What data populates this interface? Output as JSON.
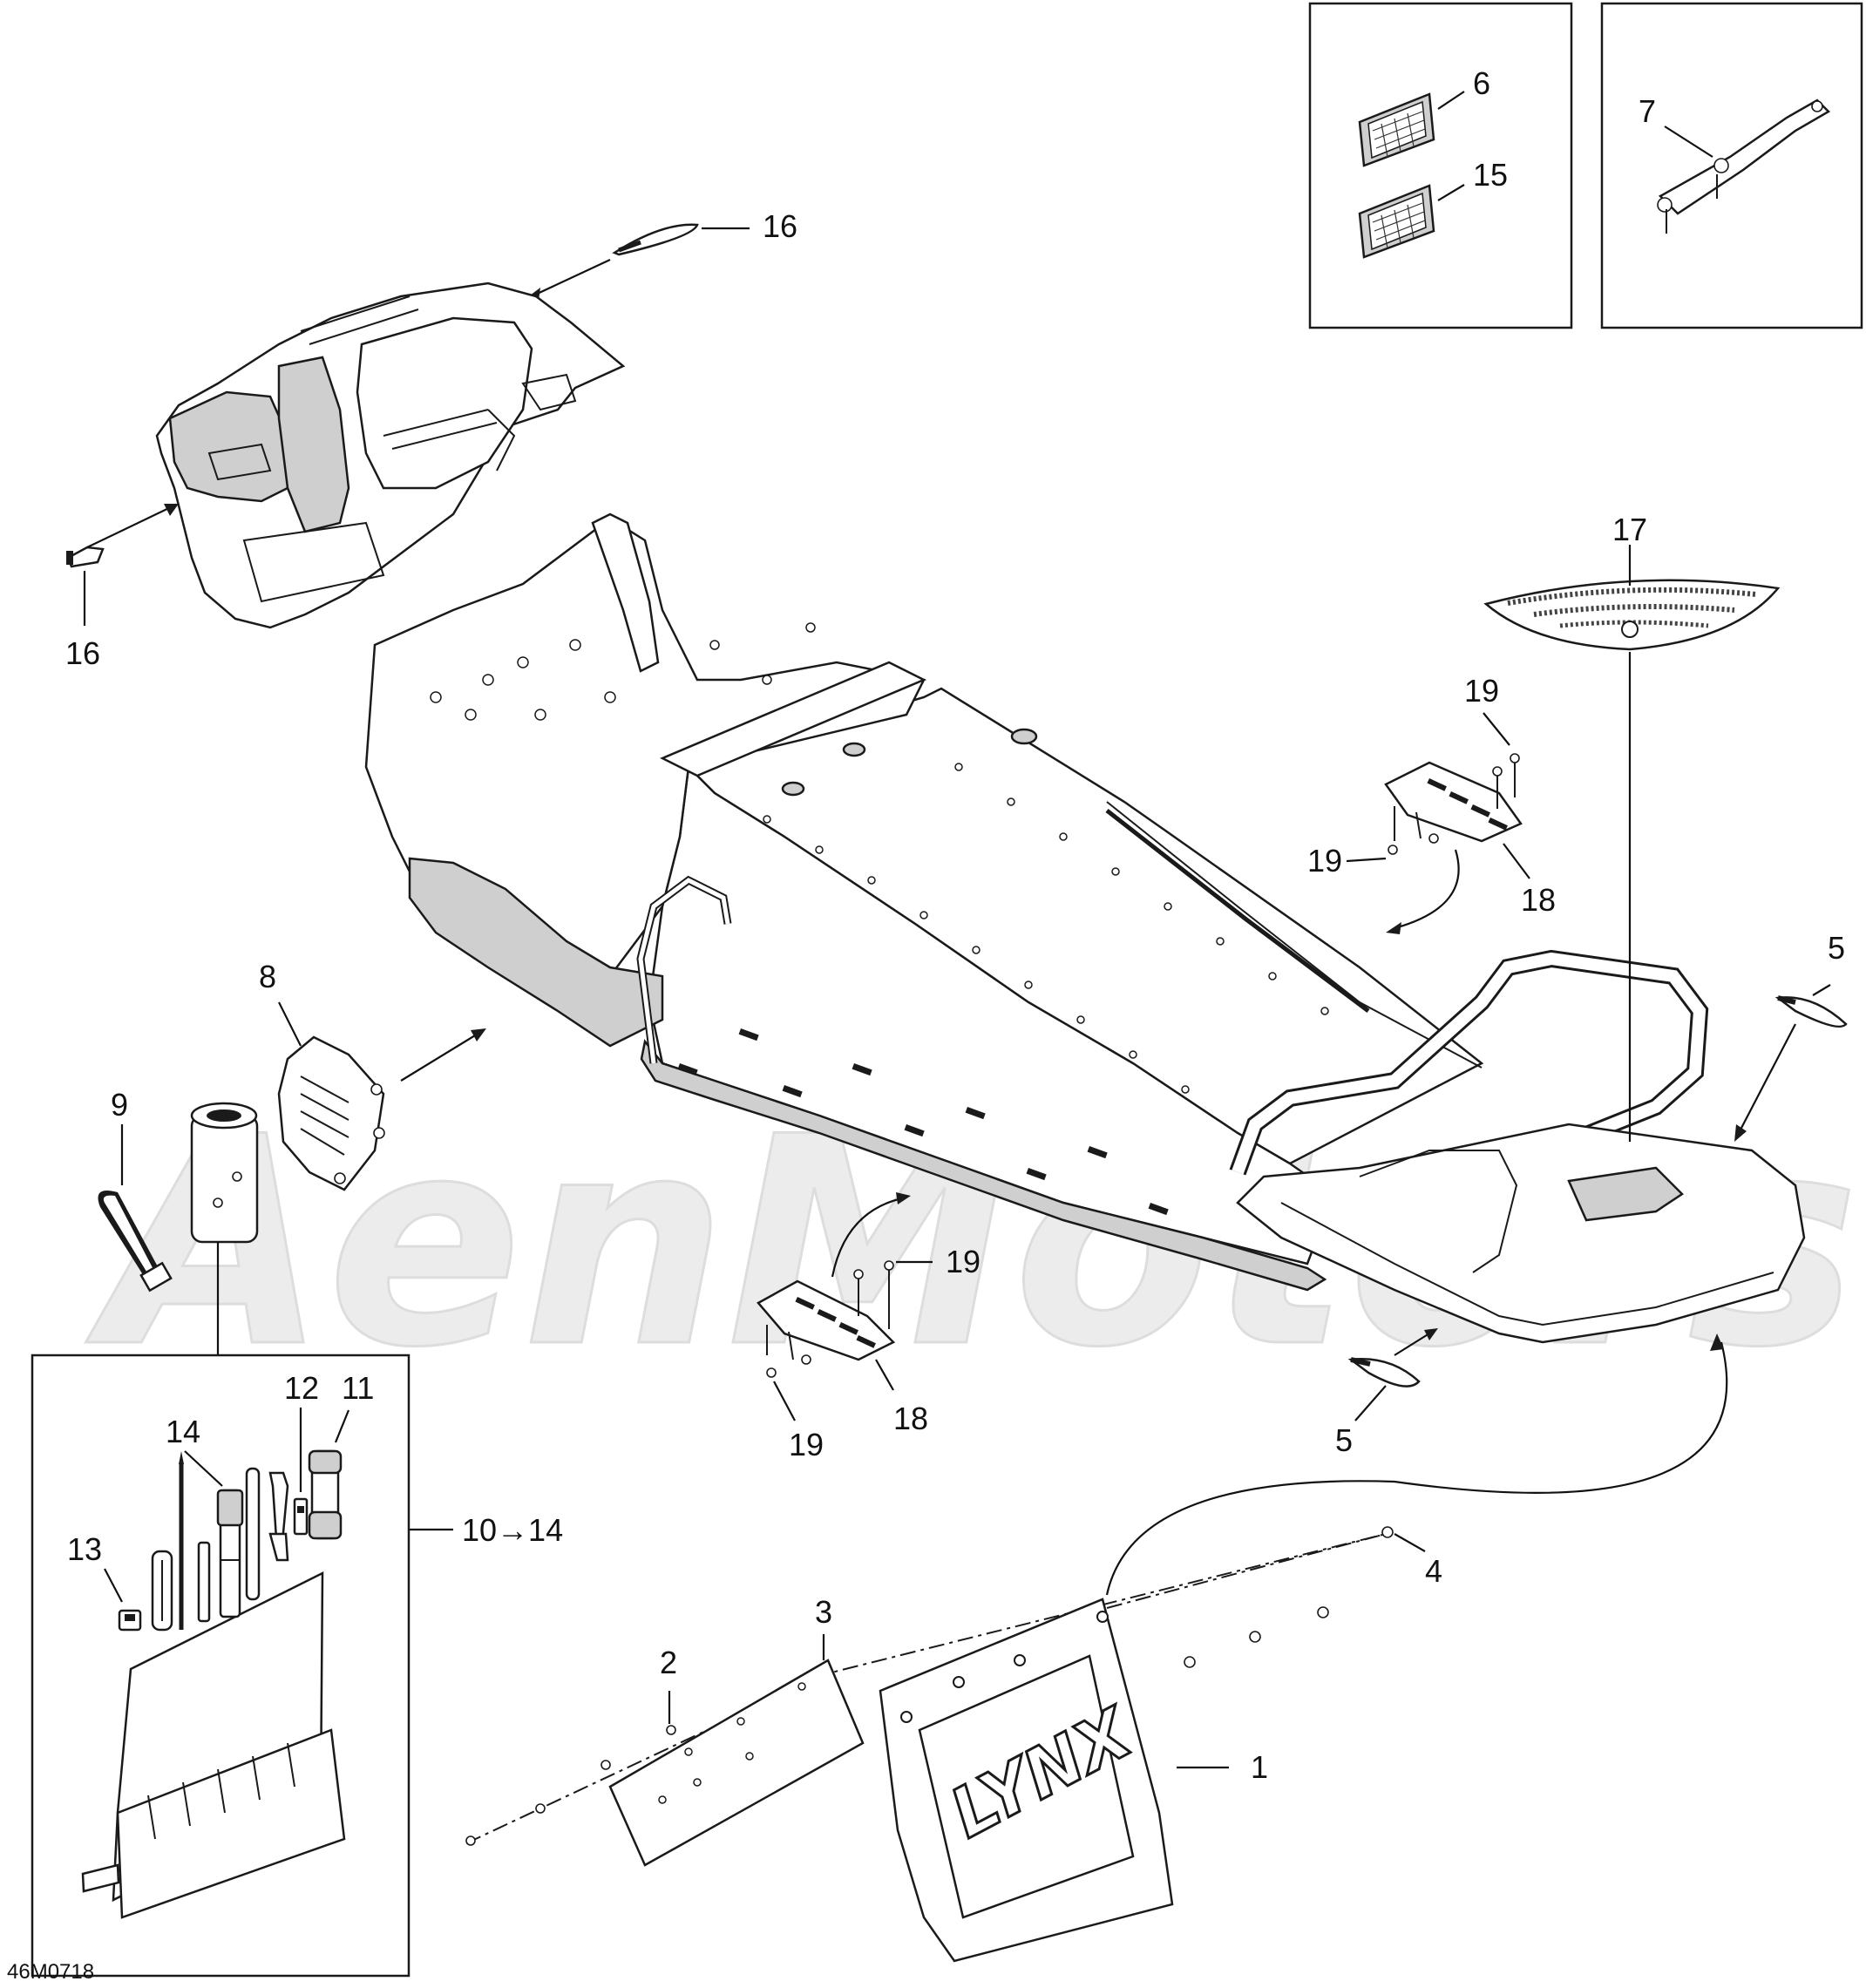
{
  "diagram_code": "46M0718",
  "watermark": "AenMotors",
  "brand_logo": "LYNX",
  "callouts": {
    "c1": "1",
    "c2": "2",
    "c3": "3",
    "c4": "4",
    "c5a": "5",
    "c5b": "5",
    "c6": "6",
    "c7": "7",
    "c8": "8",
    "c9": "9",
    "c10_14": "10→14",
    "c11": "11",
    "c12": "12",
    "c13": "13",
    "c14": "14",
    "c15": "15",
    "c16a": "16",
    "c16b": "16",
    "c17": "17",
    "c18a": "18",
    "c18b": "18",
    "c19a": "19",
    "c19b": "19",
    "c19c": "19",
    "c19d": "19"
  },
  "colors": {
    "line": "#1a1a1a",
    "watermark": "#e9e9e9",
    "background": "#ffffff"
  }
}
